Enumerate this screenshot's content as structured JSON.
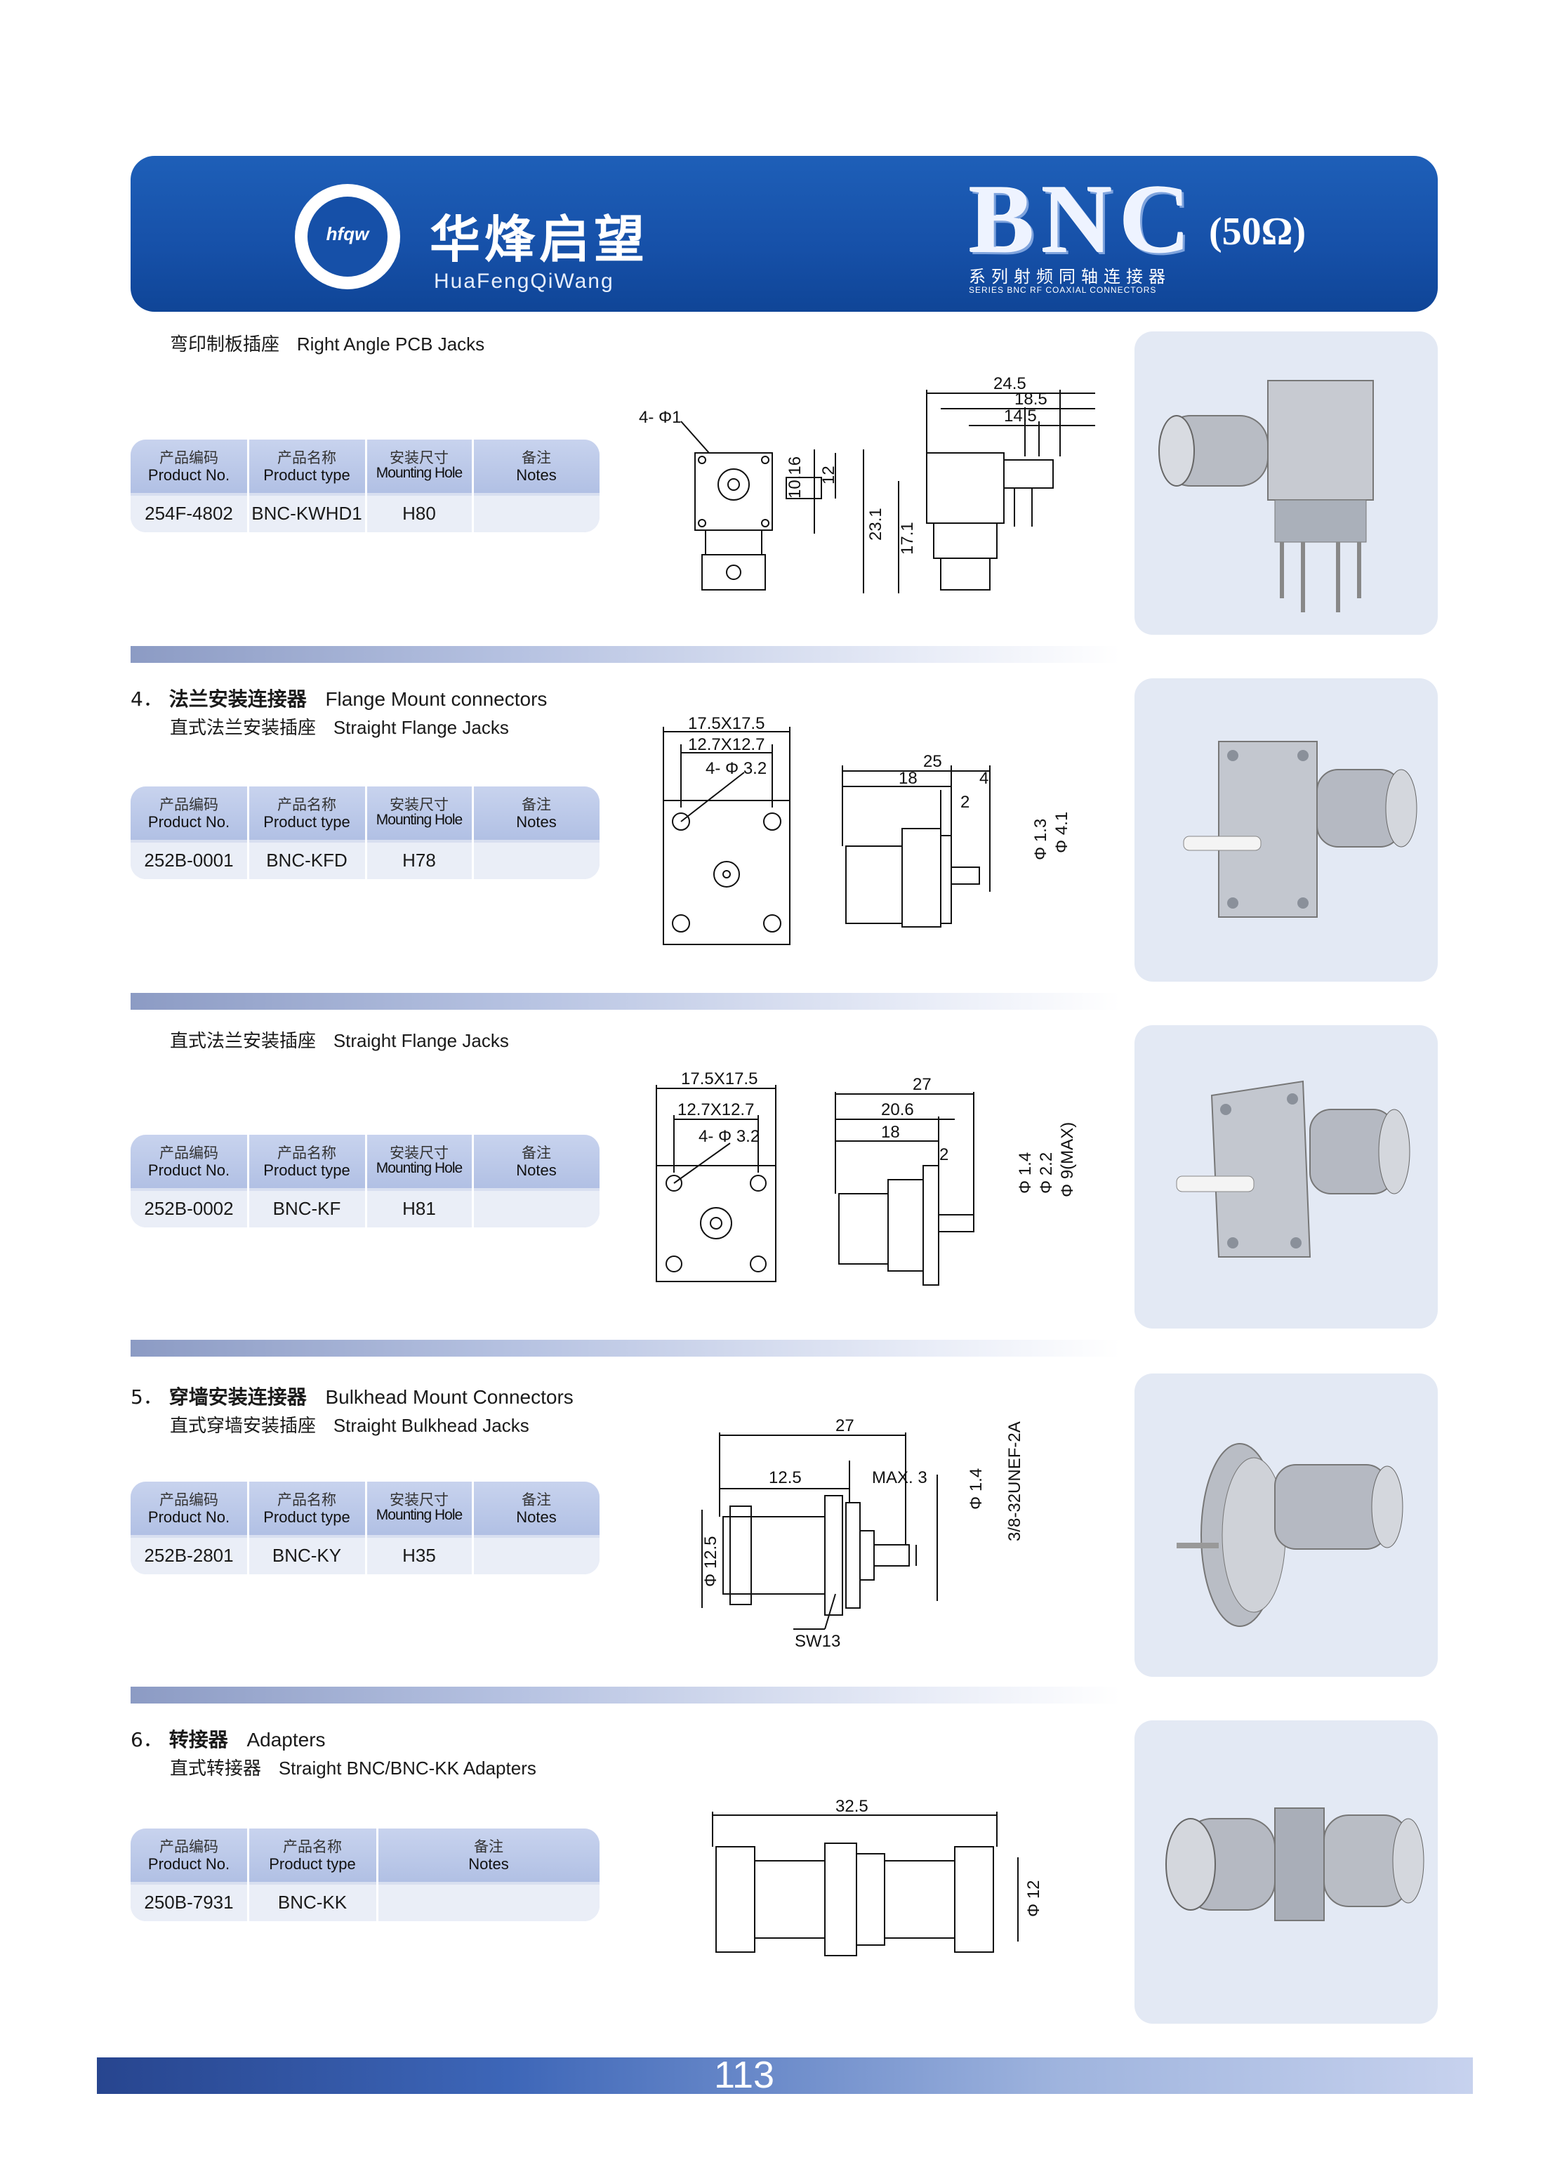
{
  "header": {
    "logo_text": "hfqw",
    "brand_cn": "华烽启望",
    "brand_en": "HuaFengQiWang",
    "series_big": "BNC",
    "series_ohm": "(50Ω)",
    "series_cn": "系列射频同轴连接器",
    "series_en": "SERIES BNC RF COAXIAL CONNECTORS"
  },
  "table_headers": {
    "product_no_cn": "产品编码",
    "product_no_en": "Product No.",
    "product_type_cn": "产品名称",
    "product_type_en": "Product type",
    "mounting_cn": "安装尺寸",
    "mounting_en": "Mounting Hole",
    "notes_cn": "备注",
    "notes_en": "Notes"
  },
  "sections": [
    {
      "number": "",
      "title_cn": "",
      "title_en": "",
      "subtitle_cn": "弯印制板插座",
      "subtitle_en": "Right Angle PCB Jacks",
      "product_no": "254F-4802",
      "product_type": "BNC-KWHD1",
      "mounting_hole": "H80",
      "dims": [
        "4- Φ1",
        "10.16",
        "12",
        "24.5",
        "18.5",
        "14.5",
        "23.1",
        "17.1"
      ]
    },
    {
      "number": "4．",
      "title_cn": "法兰安装连接器",
      "title_en": "Flange Mount connectors",
      "subtitle_cn": "直式法兰安装插座",
      "subtitle_en": "Straight Flange Jacks",
      "product_no": "252B-0001",
      "product_type": "BNC-KFD",
      "mounting_hole": "H78",
      "dims": [
        "17.5X17.5",
        "12.7X12.7",
        "4- Φ 3.2",
        "25",
        "18",
        "4",
        "2",
        "Φ 1.3",
        "Φ 4.1"
      ]
    },
    {
      "number": "",
      "title_cn": "",
      "title_en": "",
      "subtitle_cn": "直式法兰安装插座",
      "subtitle_en": "Straight Flange Jacks",
      "product_no": "252B-0002",
      "product_type": "BNC-KF",
      "mounting_hole": "H81",
      "dims": [
        "17.5X17.5",
        "12.7X12.7",
        "4- Φ 3.2",
        "27",
        "20.6",
        "18",
        "2",
        "Φ 1.4",
        "Φ 2.2",
        "Φ 9(MAX)"
      ]
    },
    {
      "number": "5．",
      "title_cn": "穿墙安装连接器",
      "title_en": "Bulkhead Mount Connectors",
      "subtitle_cn": "直式穿墙安装插座",
      "subtitle_en": "Straight Bulkhead Jacks",
      "product_no": "252B-2801",
      "product_type": "BNC-KY",
      "mounting_hole": "H35",
      "dims": [
        "27",
        "12.5",
        "MAX. 3",
        "Φ 1.4",
        "3/8-32UNEF-2A",
        "Φ 12.5",
        "SW13"
      ]
    },
    {
      "number": "6．",
      "title_cn": "转接器",
      "title_en": "Adapters",
      "subtitle_cn": "直式转接器",
      "subtitle_en": "Straight BNC/BNC-KK Adapters",
      "product_no": "250B-7931",
      "product_type": "BNC-KK",
      "mounting_hole": "",
      "dims": [
        "32.5",
        "Φ 12"
      ]
    }
  ],
  "footer": {
    "page_number": "113"
  },
  "colors": {
    "banner": "#1650a8",
    "table_header": "#b9c6e7",
    "table_row": "#eaeef7",
    "photo_bg": "#e3e9f4"
  }
}
